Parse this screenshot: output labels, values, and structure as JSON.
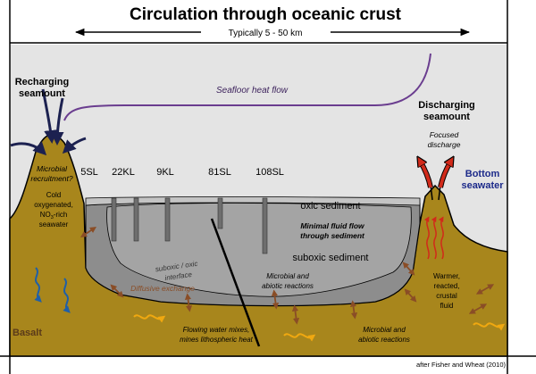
{
  "title": "Circulation through oceanic crust",
  "scale_label": "Typically 5 - 50  km",
  "heat_flow_label": "Seafloor heat flow",
  "recharge": {
    "line1": "Recharging",
    "line2": "seamount"
  },
  "discharge": {
    "line1": "Discharging",
    "line2": "seamount"
  },
  "focused": {
    "line1": "Focused",
    "line2": "discharge"
  },
  "bottom_seawater": {
    "line1": "Bottom",
    "line2": "seawater"
  },
  "microbial_recruitment": {
    "line1": "Microbial",
    "line2": "recruitment?"
  },
  "cold_seawater": {
    "line1": "Cold",
    "line2": "oxygenated,",
    "line3_main": "NO",
    "line3_sub": "3",
    "line3_rest": "-rich",
    "line4": "seawater"
  },
  "cores": [
    "5SL",
    "22KL",
    "9KL",
    "81SL",
    "108SL"
  ],
  "oxic_sediment": "oxic sediment",
  "minimal_flow": {
    "line1": "Minimal fluid flow",
    "line2": "through sediment"
  },
  "suboxic_sediment": "suboxic sediment",
  "interface": {
    "line1": "suboxic / oxic",
    "line2": "interface"
  },
  "diffusive_exchange": "Diffusive exchange",
  "reactions_upper": {
    "line1": "Microbial and",
    "line2": "abiotic reactions"
  },
  "reactions_lower": {
    "line1": "Microbial and",
    "line2": "abiotic reactions"
  },
  "warmer_fluid": {
    "line1": "Warmer,",
    "line2": "reacted,",
    "line3": "crustal",
    "line4": "fluid"
  },
  "basalt": "Basalt",
  "flowing_water": {
    "line1": "Flowing water mixes,",
    "line2": "mines lithospheric heat"
  },
  "credit": "after Fisher and Wheat (2010)",
  "colors": {
    "basalt": "#a8861c",
    "sediment_dark": "#8d8d8d",
    "sediment_mid": "#a4a4a4",
    "sediment_light": "#c4c4c4",
    "water": "#e4e4e4",
    "arrow_navy": "#1c2150",
    "heat_line": "#6a3d8f",
    "diffusive": "#8a4d26",
    "bottom_seawater": "#1c2a8a",
    "hot_arrow": "#d12a1a",
    "blue_flow": "#1f5fa8",
    "warm_flow": "#f0a810"
  }
}
